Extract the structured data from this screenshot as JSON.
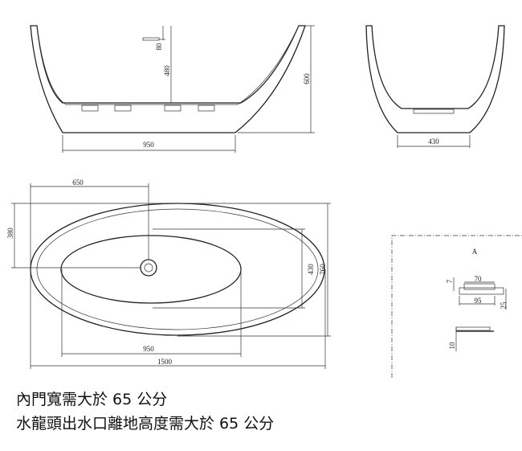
{
  "side_view": {
    "length_base": "950",
    "height_total": "600",
    "inner_depth": "480",
    "faucet_offset": "80"
  },
  "end_view": {
    "width_base": "430"
  },
  "plan_view": {
    "drain_from_end": "650",
    "drain_from_side": "380",
    "overall_width": "760",
    "inner_width": "430",
    "inner_length": "950",
    "overall_length": "1500"
  },
  "detail_a": {
    "label": "A",
    "dims": [
      "70",
      "95",
      "25",
      "7",
      "10"
    ]
  },
  "notes": [
    "內門寬需大於 65 公分",
    "水龍頭出水口離地高度需大於 65 公分"
  ]
}
